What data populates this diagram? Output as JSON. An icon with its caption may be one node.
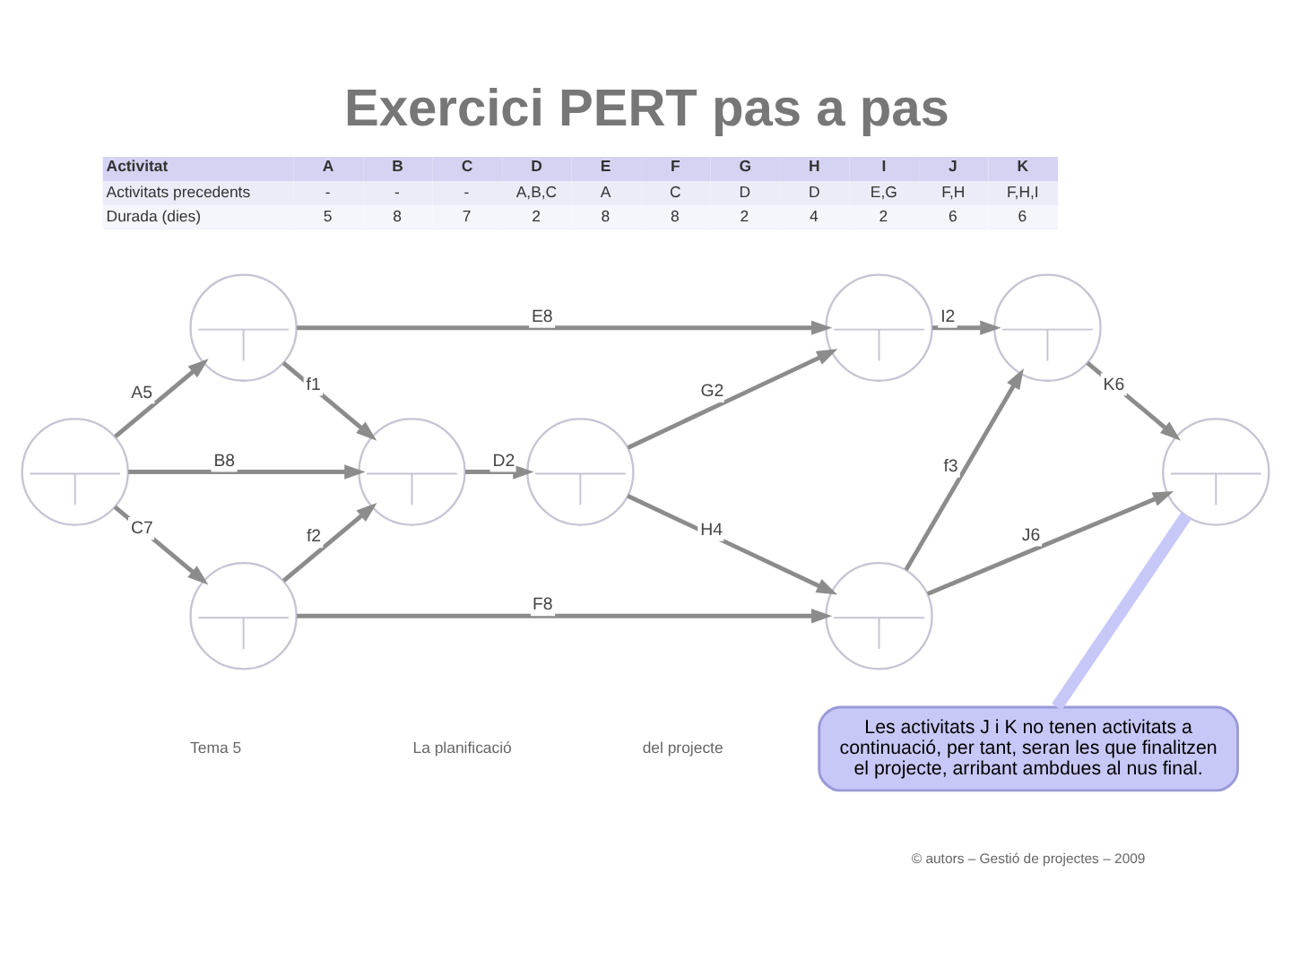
{
  "diagram": {
    "title": "Exercici PERT pas a pas",
    "nodes": [
      {
        "text": [],
        "shape": "circle"
      },
      {
        "text": [],
        "shape": "circle"
      },
      {
        "text": [],
        "shape": "circle"
      },
      {
        "text": [],
        "shape": "circle"
      },
      {
        "text": [],
        "shape": "circle"
      },
      {
        "text": [],
        "shape": "circle"
      },
      {
        "text": [],
        "shape": "circle"
      },
      {
        "text": [],
        "shape": "circle"
      },
      {
        "text": [],
        "shape": "circle"
      },
      {
        "text": [
          "Les activitats J i K no tenen activitats a continuació, per tant, seran les que finalitzen el projecte, arribant ambdues al nus final."
        ]
      }
    ],
    "edges": [
      {
        "from": 0,
        "to": 1,
        "arrow": "to",
        "label": "A5"
      },
      {
        "from": 0,
        "to": 2,
        "arrow": "to",
        "label": "B8"
      },
      {
        "from": 0,
        "to": 3,
        "arrow": "to",
        "label": "C7"
      },
      {
        "from": 1,
        "to": 2,
        "arrow": "to",
        "label": "f1"
      },
      {
        "from": 3,
        "to": 2,
        "arrow": "to",
        "label": "f2"
      },
      {
        "from": 1,
        "to": 5,
        "arrow": "to",
        "label": "E8"
      },
      {
        "from": 2,
        "to": 4,
        "arrow": "to",
        "label": "D2"
      },
      {
        "from": 3,
        "to": 6,
        "arrow": "to",
        "label": "F8"
      },
      {
        "from": 4,
        "to": 5,
        "arrow": "to",
        "label": "G2"
      },
      {
        "from": 4,
        "to": 6,
        "arrow": "to",
        "label": "H4"
      },
      {
        "from": 5,
        "to": 7,
        "arrow": "to",
        "label": "I2"
      },
      {
        "from": 6,
        "to": 7,
        "arrow": "to",
        "label": "f3"
      },
      {
        "from": 6,
        "to": 8,
        "arrow": "to",
        "label": "J6"
      },
      {
        "from": 7,
        "to": 8,
        "arrow": "to",
        "label": "K6"
      },
      {
        "from": 9,
        "to": 8,
        "arrow": "none",
        "style": "thick",
        "color": "#c8c8f8"
      }
    ],
    "labels": [
      "Activitat",
      "A",
      "B",
      "C",
      "D",
      "E",
      "F",
      "G",
      "H",
      "I",
      "J",
      "K",
      "Activitats precedents",
      "-",
      "-",
      "-",
      "A,B,C",
      "A",
      "C",
      "D",
      "D",
      "E,G",
      "F,H",
      "F,H,I",
      "Durada (dies)",
      "5",
      "8",
      "7",
      "2",
      "8",
      "8",
      "2",
      "4",
      "2",
      "6",
      "6",
      "Tema 5",
      "La planificació",
      "del projecte",
      "© autors – Gestió de projectes – 2009"
    ]
  }
}
